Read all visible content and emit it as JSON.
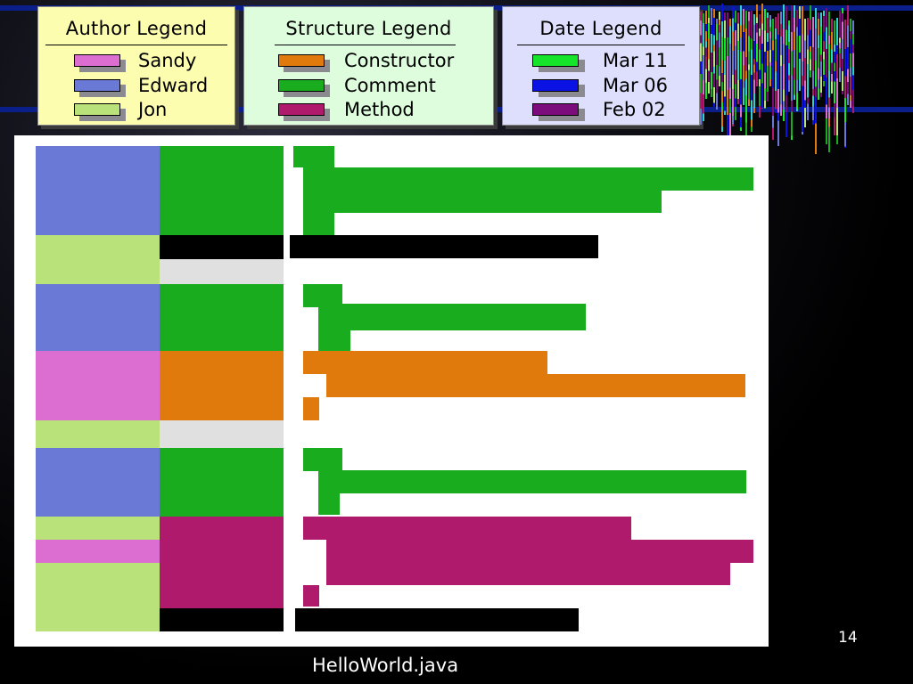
{
  "legends": {
    "author": {
      "title": "Author Legend",
      "background": "#fdfdb0",
      "items": [
        {
          "label": "Sandy",
          "color": "#dc6ed2"
        },
        {
          "label": "Edward",
          "color": "#6a78d6"
        },
        {
          "label": "Jon",
          "color": "#b9e37a"
        }
      ]
    },
    "structure": {
      "title": "Structure Legend",
      "background": "#ddfddd",
      "items": [
        {
          "label": "Constructor",
          "color": "#e07a0c"
        },
        {
          "label": "Comment",
          "color": "#18ac1e"
        },
        {
          "label": "Method",
          "color": "#b01a6c"
        }
      ]
    },
    "date": {
      "title": "Date Legend",
      "background": "#dedffc",
      "items": [
        {
          "label": "Mar 11",
          "color": "#16e42a"
        },
        {
          "label": "Mar 06",
          "color": "#0a12e4"
        },
        {
          "label": "Feb 02",
          "color": "#7c0c7c"
        }
      ]
    }
  },
  "colors": {
    "sandy": "#dc6ed2",
    "edward": "#6a78d6",
    "jon": "#b9e37a",
    "constructor": "#e07a0c",
    "comment": "#18ac1e",
    "method": "#b01a6c",
    "none": "#e0e0e0",
    "code": "#000000"
  },
  "lines": [
    {
      "author": "edward",
      "structure": "comment"
    },
    {
      "author": "edward",
      "structure": "comment"
    },
    {
      "author": "edward",
      "structure": "comment"
    },
    {
      "author": "edward",
      "structure": "comment"
    },
    {
      "author": "jon",
      "structure": "code"
    },
    {
      "author": "jon",
      "structure": "none"
    },
    {
      "author": "edward",
      "structure": "comment"
    },
    {
      "author": "edward",
      "structure": "comment"
    },
    {
      "author": "edward",
      "structure": "comment"
    },
    {
      "author": "sandy",
      "structure": "constructor"
    },
    {
      "author": "sandy",
      "structure": "constructor"
    },
    {
      "author": "sandy",
      "structure": "constructor"
    },
    {
      "author": "jon",
      "structure": "none"
    },
    {
      "author": "edward",
      "structure": "comment"
    },
    {
      "author": "edward",
      "structure": "comment"
    },
    {
      "author": "edward",
      "structure": "comment"
    },
    {
      "author": "jon",
      "structure": "method"
    },
    {
      "author": "sandy",
      "structure": "method"
    },
    {
      "author": "jon",
      "structure": "method"
    },
    {
      "author": "jon",
      "structure": "method"
    },
    {
      "author": "jon",
      "structure": "code"
    }
  ],
  "page_number": "14",
  "caption": "HelloWorld.java"
}
